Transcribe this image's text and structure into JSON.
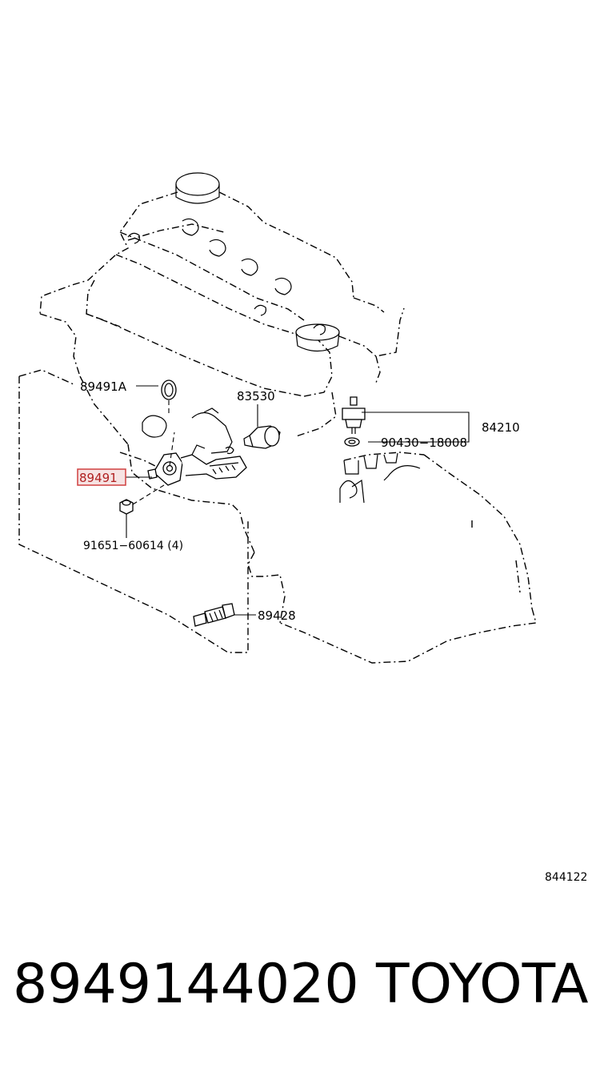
{
  "callouts": {
    "c89491A": "89491A",
    "c83530": "83530",
    "c84210": "84210",
    "c90430": "90430−18008",
    "c89491": "89491",
    "c91651": "91651−60614 (4)",
    "c89428": "89428"
  },
  "highlighted_part": "89491",
  "highlight_color": "#d04040",
  "illustration_code": "844122",
  "caption": {
    "part_number": "8949144020",
    "brand": "TOYOTA"
  }
}
